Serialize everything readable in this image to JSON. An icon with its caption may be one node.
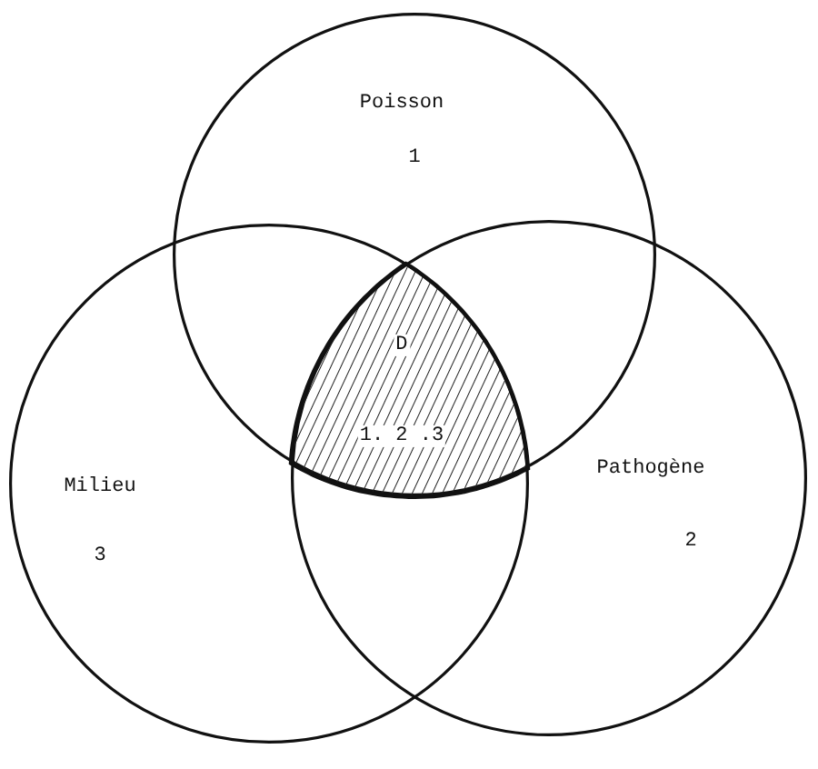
{
  "diagram": {
    "nodes": [
      {
        "text": [
          "Poisson",
          "1"
        ]
      },
      {
        "text": [
          "D",
          "1. 2 .3"
        ]
      },
      {
        "text": [
          "Pathogène",
          "2"
        ]
      },
      {
        "text": [
          "Milieu",
          "3"
        ]
      }
    ]
  }
}
